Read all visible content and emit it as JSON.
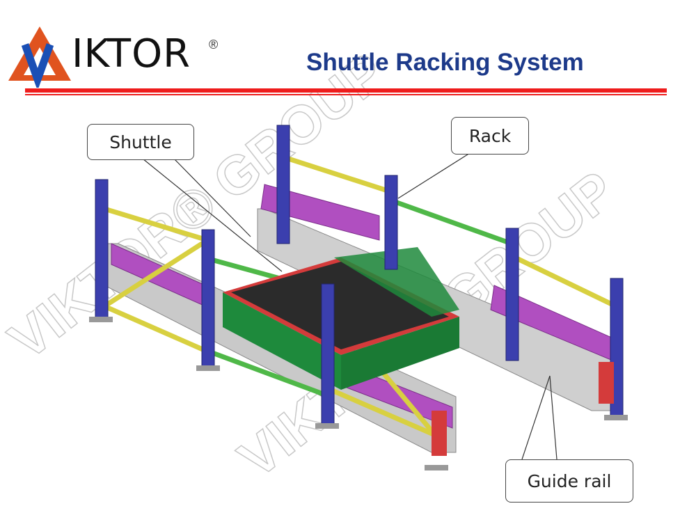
{
  "header": {
    "logo_text": "IKTOR",
    "logo_letter": "V",
    "registered_mark": "®",
    "title": "Shuttle Racking System"
  },
  "callouts": {
    "shuttle": "Shuttle",
    "rack": "Rack",
    "guide_rail": "Guide rail"
  },
  "watermark": "VIKTOR® GROUP",
  "colors": {
    "brand_red": "#ee1c1c",
    "title_blue": "#1d3a8a",
    "upright_blue": "#3b3fae",
    "beam_yellow": "#d8d040",
    "beam_green": "#4fb848",
    "rail_purple": "#b04fc0",
    "guide_rail_gray": "#c8c8c8",
    "shuttle_green": "#1e8a3c"
  }
}
